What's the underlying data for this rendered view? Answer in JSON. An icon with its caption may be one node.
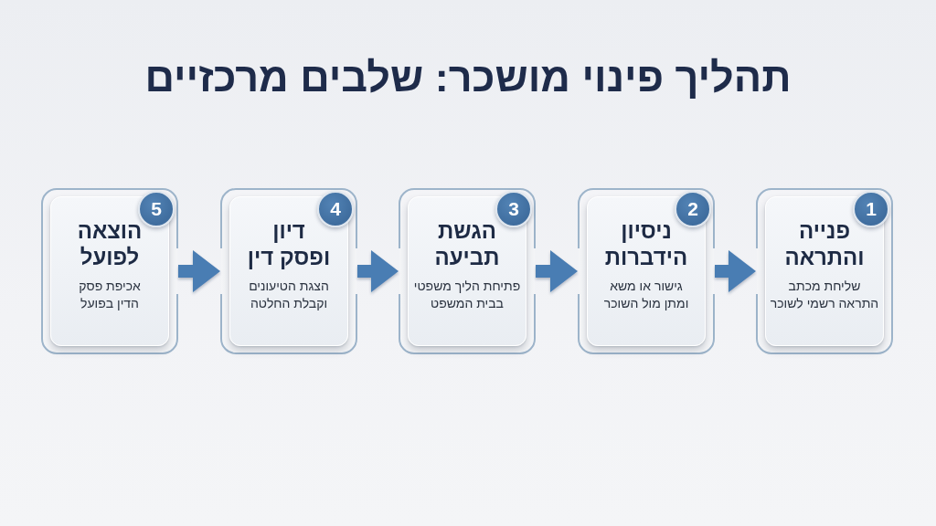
{
  "diagram": {
    "title": "תהליך פינוי מושכר: שלבים מרכזיים",
    "nodes": [
      {
        "text": [
          "פנייה והתראה",
          "שליחת מכתב התראה רשמי לשוכר"
        ]
      },
      {
        "text": [
          "1"
        ],
        "in": 0
      },
      {
        "text": [
          "ניסיון הידברות",
          "גישור או משא ומתן מול השוכר"
        ]
      },
      {
        "text": [
          "2"
        ],
        "in": 2
      },
      {
        "text": [
          "הגשת תביעה",
          "פתיחת הליך משפטי בבית המשפט"
        ]
      },
      {
        "text": [
          "3"
        ],
        "in": 4
      },
      {
        "text": [
          "דיון ופסק דין",
          "הצגת הטיעונים וקבלת החלטה"
        ]
      },
      {
        "text": [
          "4"
        ],
        "in": 6
      },
      {
        "text": [
          "הוצאה לפועל",
          "אכיפת פסק הדין בפועל"
        ]
      },
      {
        "text": [
          "5"
        ],
        "in": 8
      }
    ],
    "edges": [
      {
        "from": 8,
        "to": 6,
        "arrow": "to"
      },
      {
        "from": 6,
        "to": 4,
        "arrow": "to"
      },
      {
        "from": 4,
        "to": 2,
        "arrow": "to"
      },
      {
        "from": 2,
        "to": 0,
        "arrow": "to"
      }
    ]
  }
}
